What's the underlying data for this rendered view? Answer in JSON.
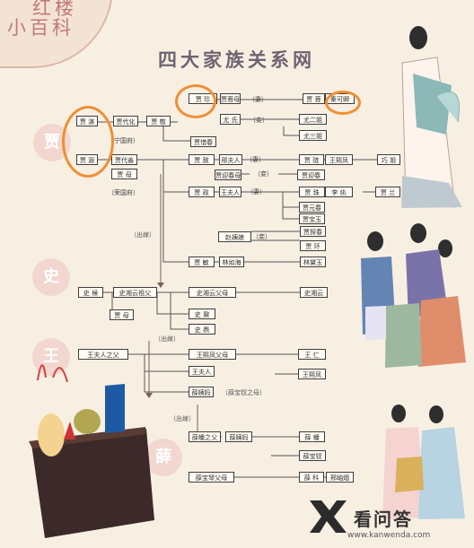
{
  "corner": {
    "line1": "红楼",
    "line2": "小百科"
  },
  "title": "四大家族关系网",
  "families": [
    {
      "label": "贾"
    },
    {
      "label": "史"
    },
    {
      "label": "王"
    },
    {
      "label": "薛"
    }
  ],
  "nodes": [
    {
      "id": "jia_yan",
      "label": "贾 演"
    },
    {
      "id": "jia_daihua",
      "label": "贾代化"
    },
    {
      "id": "jia_jing",
      "label": "贾 敬"
    },
    {
      "id": "jia_zhen",
      "label": "贾 珍"
    },
    {
      "id": "jia_rongmu",
      "label": "贾蓉母"
    },
    {
      "id": "jia_rong",
      "label": "贾 蓉"
    },
    {
      "id": "ke_qing",
      "label": "秦可卿"
    },
    {
      "id": "you_shi",
      "label": "尤 氏"
    },
    {
      "id": "you_er",
      "label": "尤二姐"
    },
    {
      "id": "you_san",
      "label": "尤三姐"
    },
    {
      "id": "jia_xichun",
      "label": "贾惜春"
    },
    {
      "id": "jia_yuan",
      "label": "贾 源"
    },
    {
      "id": "jia_daishan",
      "label": "贾代善"
    },
    {
      "id": "jia_mu",
      "label": "贾 母"
    },
    {
      "id": "jia_she",
      "label": "贾 赦"
    },
    {
      "id": "xing",
      "label": "邢夫人"
    },
    {
      "id": "jia_lian",
      "label": "贾 琏"
    },
    {
      "id": "wang_xifeng",
      "label": "王熙凤"
    },
    {
      "id": "qiaojie",
      "label": "巧 姐"
    },
    {
      "id": "yingchun_mu",
      "label": "贾迎春母"
    },
    {
      "id": "yingchun",
      "label": "贾迎春"
    },
    {
      "id": "jia_zheng",
      "label": "贾 政"
    },
    {
      "id": "wang_furen",
      "label": "王夫人"
    },
    {
      "id": "jia_zhu",
      "label": "贾 珠"
    },
    {
      "id": "li_wan",
      "label": "李 纨"
    },
    {
      "id": "jia_lan",
      "label": "贾 兰"
    },
    {
      "id": "yuanchun",
      "label": "贾元春"
    },
    {
      "id": "baoyu",
      "label": "贾宝玉"
    },
    {
      "id": "zhao",
      "label": "赵姨娘"
    },
    {
      "id": "tanchun",
      "label": "贾探春"
    },
    {
      "id": "jia_huan",
      "label": "贾 环"
    },
    {
      "id": "jia_min",
      "label": "贾 敏"
    },
    {
      "id": "lin_ruhai",
      "label": "林如海"
    },
    {
      "id": "lin_daiyu",
      "label": "林黛玉"
    },
    {
      "id": "shi_hou",
      "label": "史 候"
    },
    {
      "id": "shi_xiangyun_zu",
      "label": "史湘云祖父"
    },
    {
      "id": "shi_xiangyun_fu",
      "label": "史湘云父母"
    },
    {
      "id": "shi_xiangyun",
      "label": "史湘云"
    },
    {
      "id": "shi_jia_mu",
      "label": "贾 母"
    },
    {
      "id": "shi_ding",
      "label": "史 鼐"
    },
    {
      "id": "shi_nai",
      "label": "史 鼎"
    },
    {
      "id": "wang_fu_zu",
      "label": "王夫人之父"
    },
    {
      "id": "wang_xifeng_fu",
      "label": "王熙凤父母"
    },
    {
      "id": "wang_ren",
      "label": "王 仁"
    },
    {
      "id": "wang_xifeng_2",
      "label": "王熙凤"
    },
    {
      "id": "wang_furen_2",
      "label": "王夫人"
    },
    {
      "id": "xue_yima",
      "label": "薛姨妈"
    },
    {
      "id": "xue_pan_fu",
      "label": "薛蟠之父"
    },
    {
      "id": "xue_yima_2",
      "label": "薛姨妈"
    },
    {
      "id": "xue_pan",
      "label": "薛 蟠"
    },
    {
      "id": "xue_baochai",
      "label": "薛宝钗"
    },
    {
      "id": "xue_baoqin_fu",
      "label": "薛宝琴父母"
    },
    {
      "id": "xue_ke",
      "label": "薛 科"
    },
    {
      "id": "xing_xiuyan",
      "label": "邢岫烟"
    }
  ],
  "labels": {
    "ningguofu": "（宁国府）",
    "rongguofu": "（荣国府）",
    "qi1": "（妻）",
    "qi2": "（妾）",
    "qi3": "（妻）",
    "qi4": "（妾）",
    "qi5": "（妻）",
    "qi6": "（妾）",
    "chujia1": "（出嫁）",
    "chujia2": "（出嫁）",
    "chujia3": "（出嫁）",
    "xue_mu": "（薛宝钗之母）"
  },
  "watermark": {
    "brand": "看问答",
    "url": "www.kanwenda.com"
  },
  "colors": {
    "accent": "#f08f34",
    "family_circle": "#f1d7cf",
    "bg": "#f8efe3"
  }
}
